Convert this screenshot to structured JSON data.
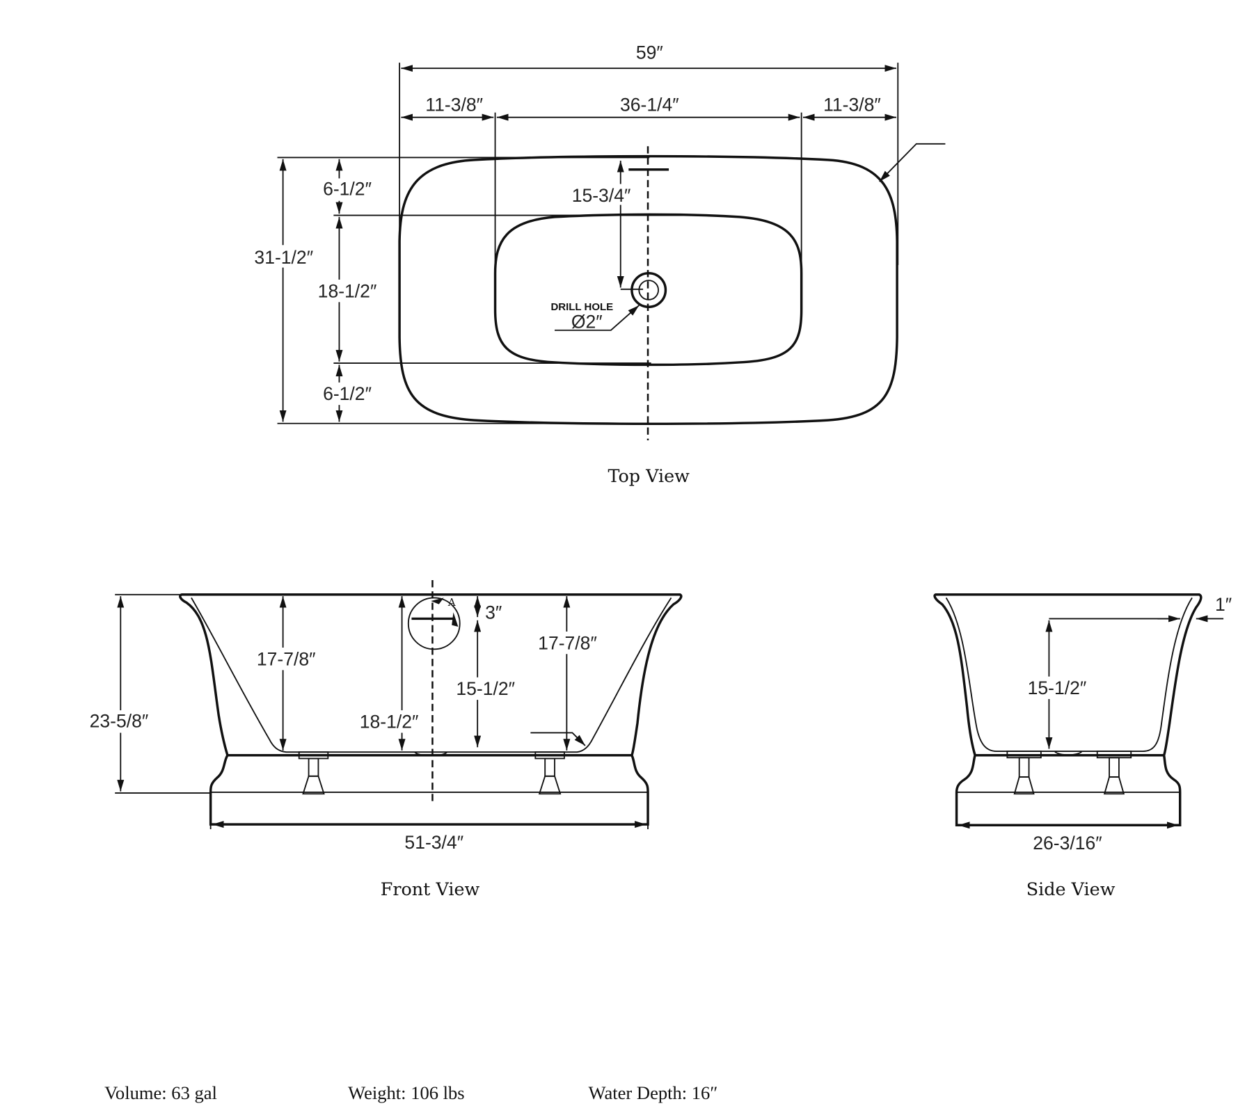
{
  "top_view": {
    "title": "Top View",
    "overall_length": "59″",
    "left_offset": "11-3/8″",
    "basin_length": "36-1/4″",
    "right_offset": "11-3/8″",
    "overall_width": "31-1/2″",
    "top_margin": "6-1/2″",
    "basin_width": "18-1/2″",
    "bottom_margin": "6-1/2″",
    "drain_offset": "15-3/4″",
    "drill_hole_label": "DRILL HOLE",
    "drill_hole_size": "Ø2″"
  },
  "front_view": {
    "title": "Front View",
    "overall_height": "23-5/8″",
    "left_depth": "17-7/8″",
    "right_depth": "17-7/8″",
    "center_depth": "18-1/2″",
    "overflow_height": "15-1/2″",
    "overflow_offset": "3″",
    "overflow_marker": "A",
    "base_length": "51-3/4″"
  },
  "side_view": {
    "title": "Side View",
    "overflow_height": "15-1/2″",
    "rim_thickness": "1″",
    "base_width": "26-3/16″"
  },
  "specs": {
    "volume": "Volume: 63 gal",
    "weight": "Weight: 106 lbs",
    "water_depth": "Water Depth: 16″"
  }
}
